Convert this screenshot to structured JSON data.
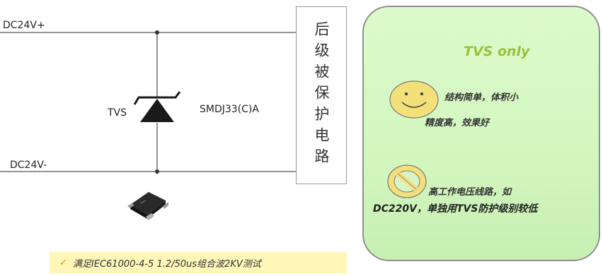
{
  "schematic": {
    "positive_rail_label": "DC24V+",
    "negative_rail_label": "DC24V-",
    "diode_label": "TVS",
    "part_number": "SMDJ33(C)A",
    "protected_circuit_label": "后级被保护电路"
  },
  "note": {
    "check_icon": "checkmark-icon",
    "text": "满足IEC61000-4-5  1.2/50us组合波2KV测试"
  },
  "panel": {
    "title": "TVS only",
    "title_color": "#98c23a",
    "pro_icon": "smiley-face-icon",
    "pro_line_1": "结构简单，体积小",
    "pro_line_2": "精度高，效果好",
    "con_icon": "prohibited-icon",
    "con_line_1": "高工作电压线路，如",
    "con_line_2": "DC220V，单独用TVS防护级别较低"
  }
}
